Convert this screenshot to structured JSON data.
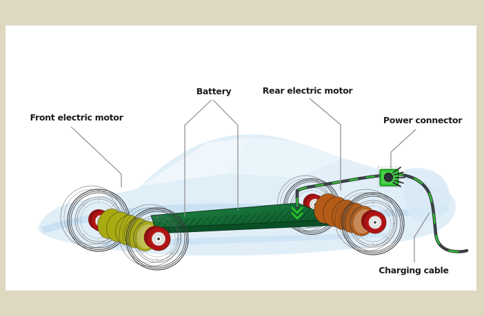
{
  "diagram": {
    "subject": "Electric car drivetrain cutaway illustration",
    "labels": {
      "front_motor": "Front electric motor",
      "battery": "Battery",
      "rear_motor": "Rear electric motor",
      "power_connector": "Power connector",
      "charging_cable": "Charging cable"
    },
    "components": [
      {
        "name": "front-electric-motor",
        "color": "#a9ab12"
      },
      {
        "name": "rear-electric-motor",
        "color": "#b45c17"
      },
      {
        "name": "battery",
        "color": "#10703a"
      },
      {
        "name": "power-connector",
        "color": "#2ec62e"
      },
      {
        "name": "charging-cable",
        "color": "#394045"
      },
      {
        "name": "wheel-hub",
        "color": "#c81c1c"
      },
      {
        "name": "car-body",
        "color": "#d7e9f6"
      }
    ],
    "colors": {
      "frame": "#ded8c0",
      "canvas": "#ffffff",
      "body_blue": "#d7e9f6",
      "body_blue_dark": "#b2d4ec",
      "battery_green": "#10703a",
      "battery_green_dark": "#0a4f26",
      "accent_green": "#2ec62e",
      "motor_front": "#a9ab12",
      "motor_rear": "#b45c17",
      "hub_red": "#c81c1c",
      "wheel_wire": "#3c3c3c",
      "cable_dark": "#394045",
      "leader": "#8a8a8a",
      "text": "#1b1b1b"
    }
  }
}
